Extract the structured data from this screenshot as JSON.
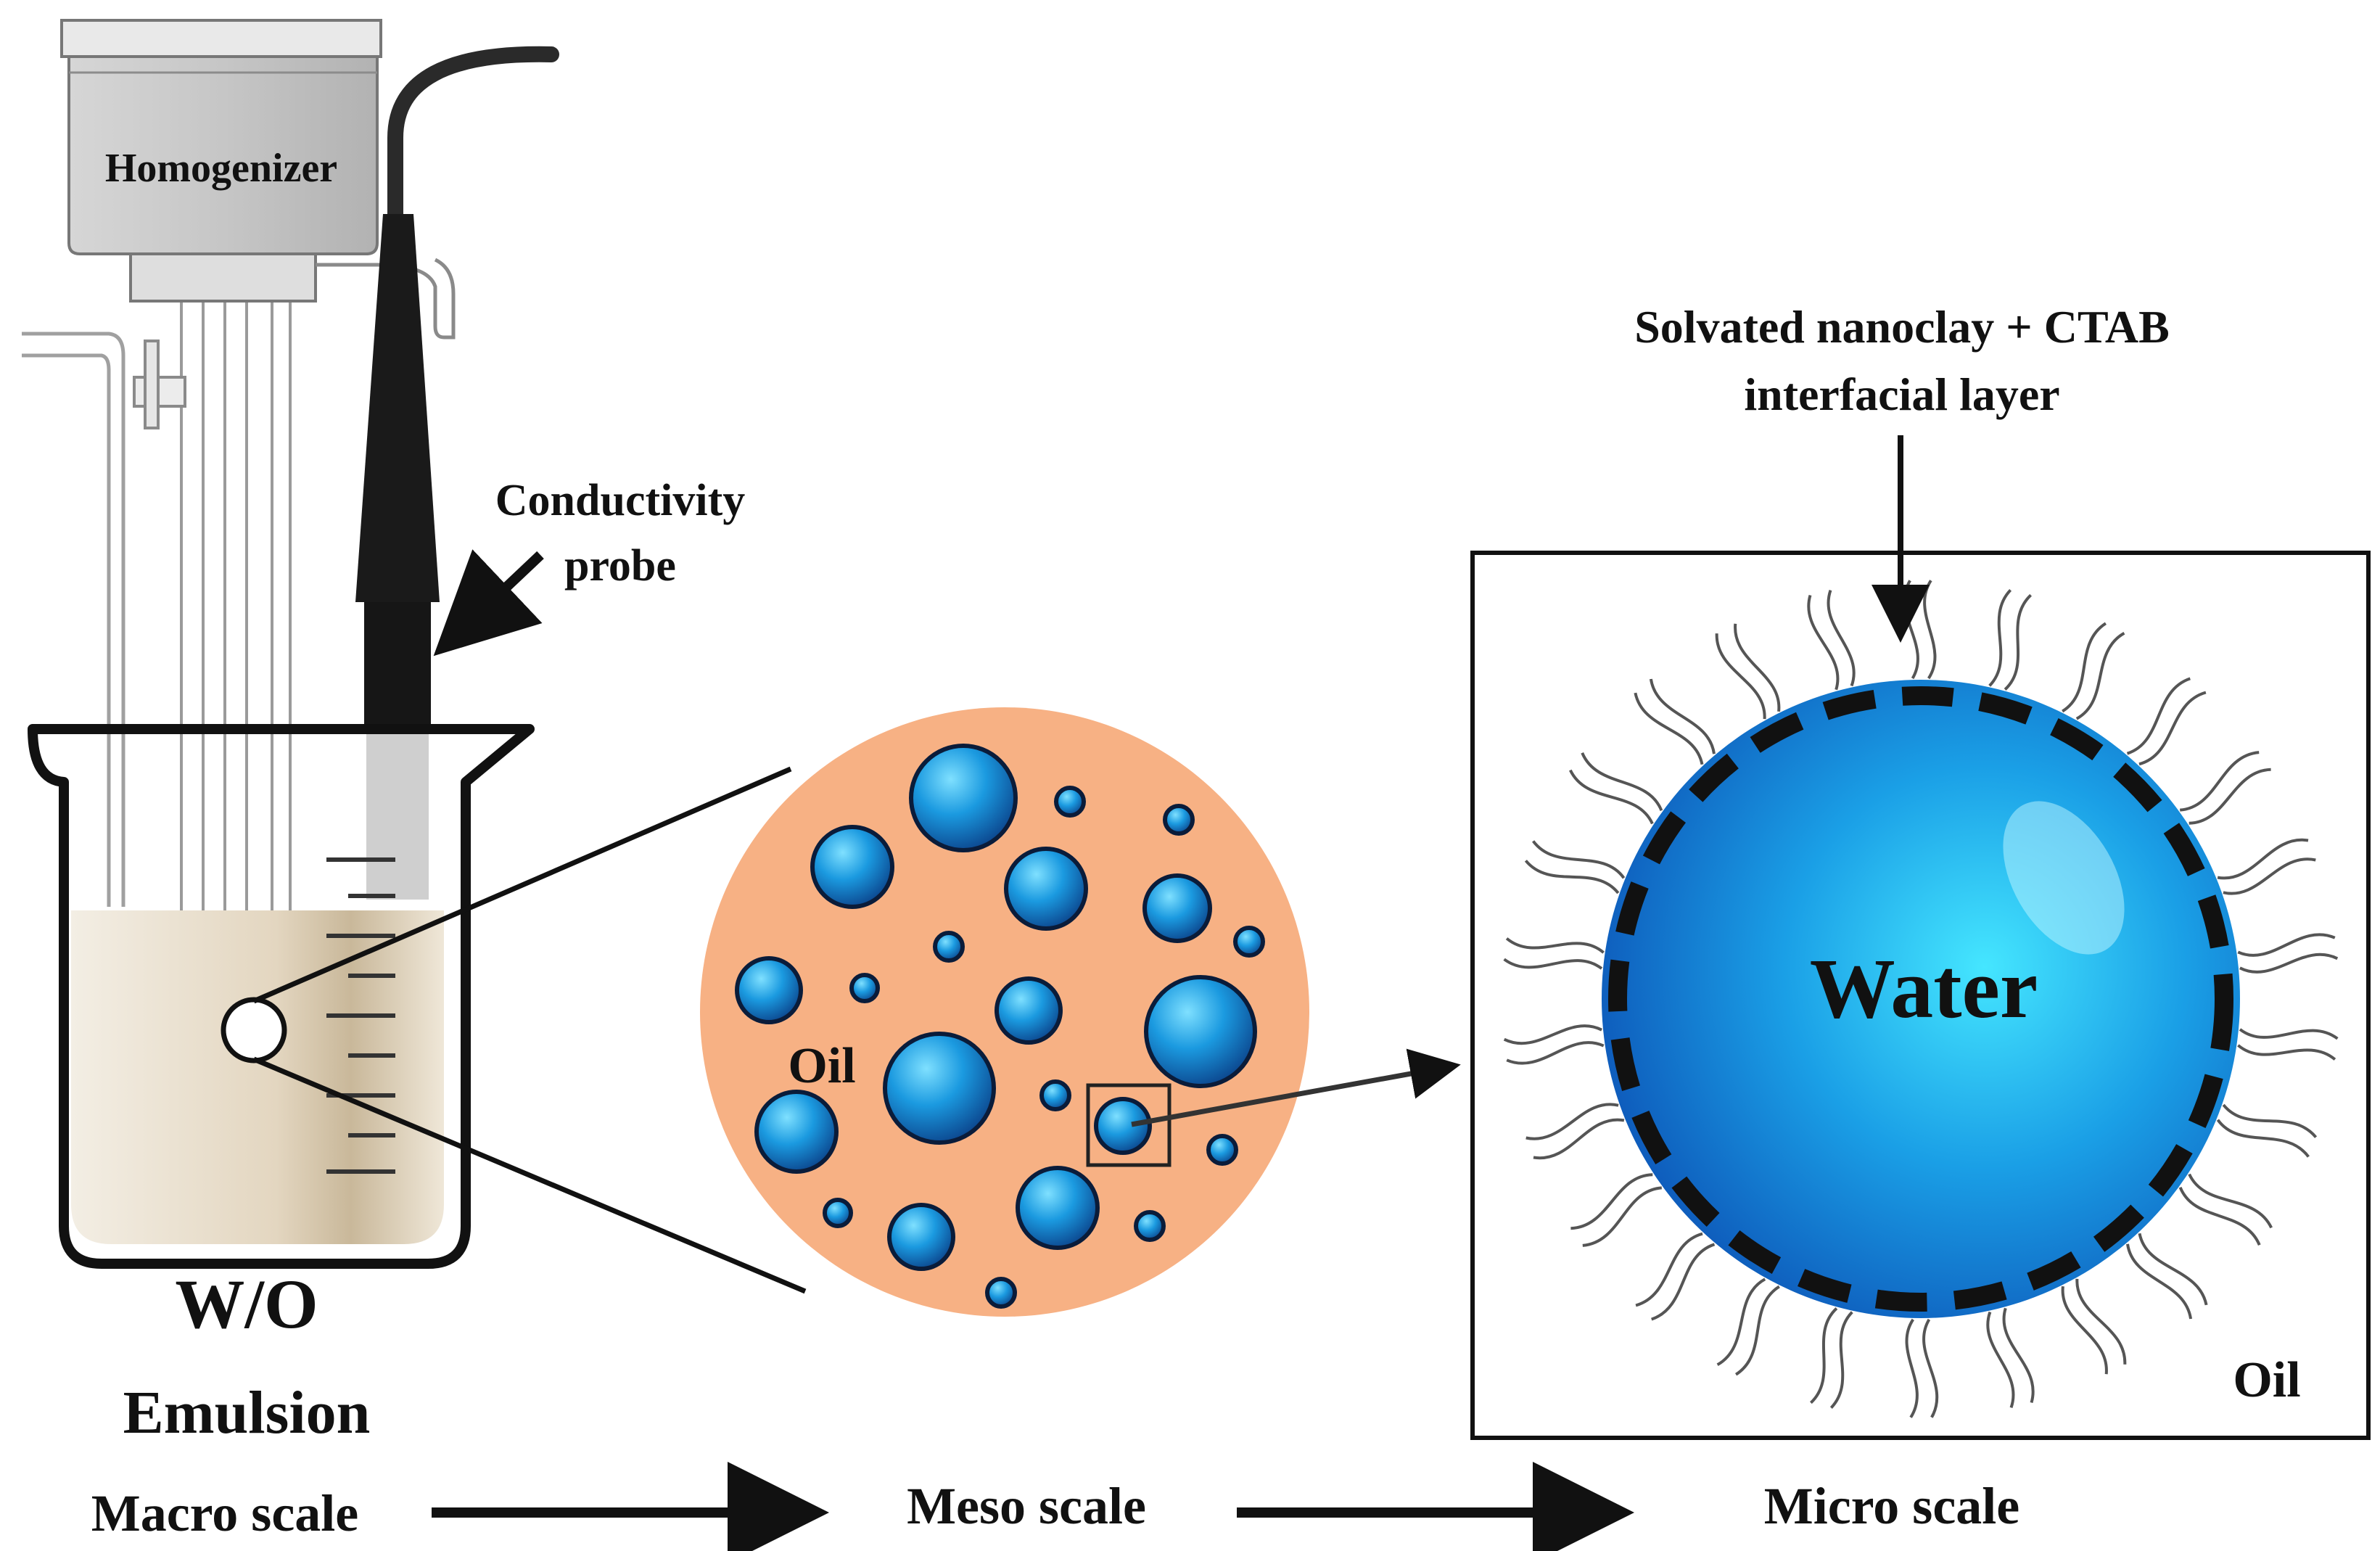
{
  "labels": {
    "homogenizer": "Homogenizer",
    "probe_line1": "Conductivity",
    "probe_line2": "probe",
    "emulsion_line1": "W/O",
    "emulsion_line2": "Emulsion",
    "oil_meso": "Oil",
    "water": "Water",
    "oil_micro": "Oil",
    "interface_line1": "Solvated nanoclay + CTAB",
    "interface_line2": "interfacial layer"
  },
  "scales": {
    "macro": "Macro scale",
    "meso": "Meso scale",
    "micro": "Micro scale"
  },
  "colors": {
    "oil_phase": "#f7b184",
    "water_droplet": "#1f86d8",
    "emulsion_liquid": "#ece3d3",
    "probe": "#1a1a1a",
    "interfacial_layer": "#111111",
    "tails": "#555555"
  }
}
